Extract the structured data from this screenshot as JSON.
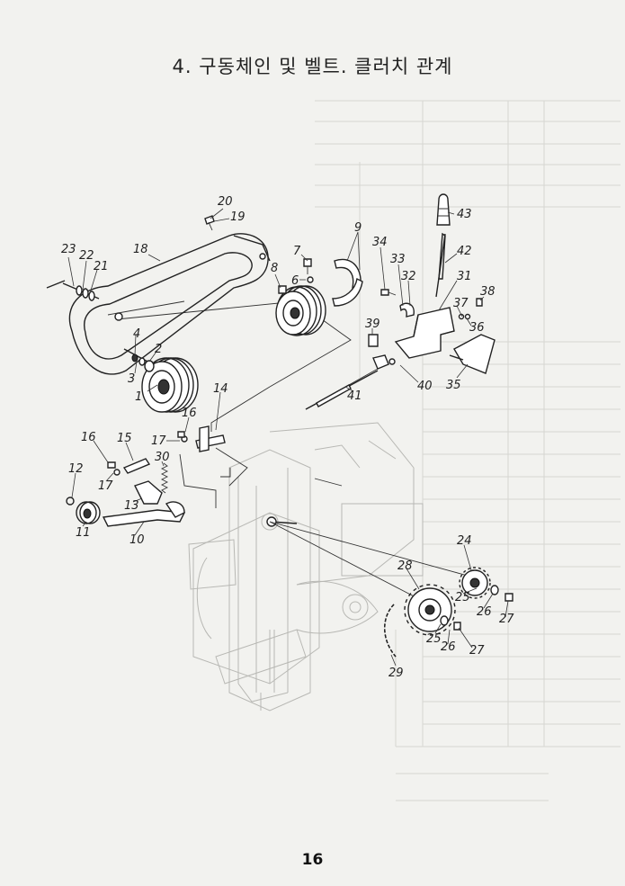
{
  "title": "4. 구동체인 및 벨트. 클러치 관계",
  "page_number": "16",
  "part_labels": [
    "1",
    "2",
    "3",
    "4",
    "6",
    "7",
    "8",
    "9",
    "10",
    "11",
    "12",
    "13",
    "14",
    "15",
    "16",
    "16",
    "17",
    "17",
    "18",
    "19",
    "20",
    "21",
    "22",
    "23",
    "24",
    "25",
    "25",
    "26",
    "26",
    "27",
    "27",
    "28",
    "29",
    "30",
    "31",
    "32",
    "33",
    "34",
    "35",
    "36",
    "37",
    "38",
    "39",
    "40",
    "41",
    "42",
    "43"
  ]
}
